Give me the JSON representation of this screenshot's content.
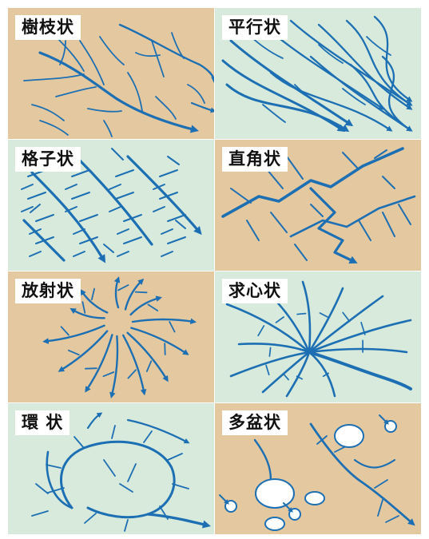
{
  "colors": {
    "tan": "#e4c9a0",
    "mint": "#d7eadb",
    "river": "#1d6fb3",
    "label_bg": "#ffffff"
  },
  "panels": [
    {
      "label": "樹枝状",
      "pattern": "dendritic",
      "bg": "tan"
    },
    {
      "label": "平行状",
      "pattern": "parallel",
      "bg": "mint"
    },
    {
      "label": "格子状",
      "pattern": "trellis",
      "bg": "mint"
    },
    {
      "label": "直角状",
      "pattern": "rectangular",
      "bg": "tan"
    },
    {
      "label": "放射状",
      "pattern": "radial",
      "bg": "tan"
    },
    {
      "label": "求心状",
      "pattern": "centripetal",
      "bg": "mint"
    },
    {
      "label": "環 状",
      "pattern": "annular",
      "bg": "mint"
    },
    {
      "label": "多盆状",
      "pattern": "multi-basin",
      "bg": "tan"
    }
  ]
}
